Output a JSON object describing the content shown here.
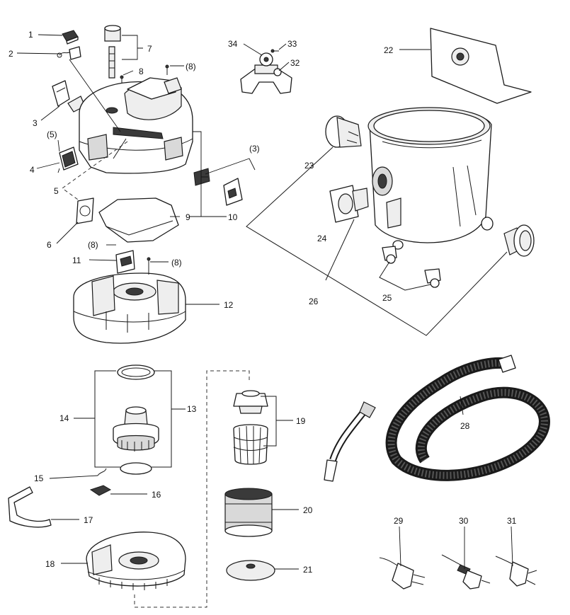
{
  "callouts": {
    "c1": "1",
    "c2": "2",
    "c3": "3",
    "c3p": "(3)",
    "c4": "4",
    "c5": "5",
    "c5p": "(5)",
    "c6": "6",
    "c7": "7",
    "c8": "8",
    "c8p_a": "(8)",
    "c8p_b": "(8)",
    "c8p_c": "(8)",
    "c9": "9",
    "c10": "10",
    "c11": "11",
    "c12": "12",
    "c13": "13",
    "c14": "14",
    "c15": "15",
    "c16": "16",
    "c17": "17",
    "c18": "18",
    "c19": "19",
    "c20": "20",
    "c21": "21",
    "c22": "22",
    "c23": "23",
    "c24": "24",
    "c25": "25",
    "c26": "26",
    "c28": "28",
    "c29": "29",
    "c30": "30",
    "c31": "31",
    "c32": "32",
    "c33": "33",
    "c34": "34"
  },
  "colors": {
    "line": "#1a1a1a",
    "fill": "#ffffff",
    "shade": "#d9d9d9",
    "dark": "#3a3a3a"
  }
}
